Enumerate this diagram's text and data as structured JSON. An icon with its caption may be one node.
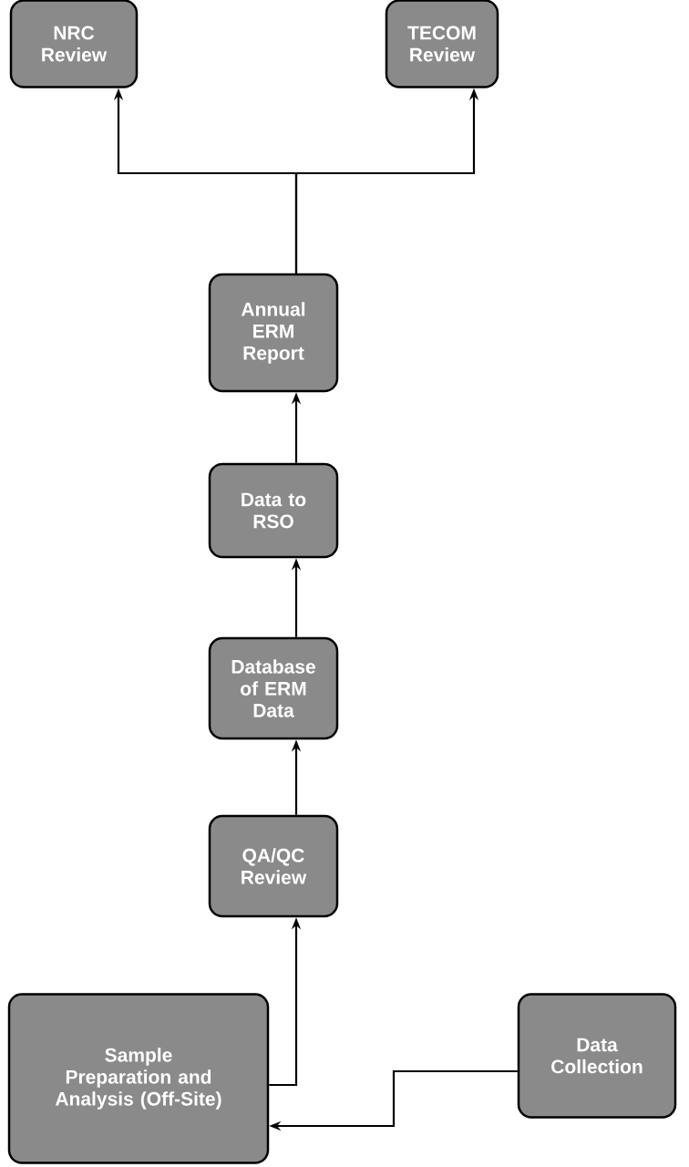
{
  "diagram": {
    "nodes": [
      {
        "text": [
          "NRC Review"
        ]
      },
      {
        "text": [
          "TECOM Review"
        ]
      },
      {
        "text": [
          "Annual ERM Report"
        ]
      },
      {
        "text": [
          "Data to RSO"
        ]
      },
      {
        "text": [
          "Database of ERM Data"
        ]
      },
      {
        "text": [
          "QA/QC Review"
        ]
      },
      {
        "text": [
          "Sample Preparation and Analysis (Off-Site)"
        ]
      },
      {
        "text": [
          "Data Collection"
        ]
      }
    ],
    "edges": [
      {
        "from": 2,
        "to": 0,
        "arrow": "to"
      },
      {
        "from": 2,
        "to": 1,
        "arrow": "to"
      },
      {
        "from": 3,
        "to": 2,
        "arrow": "to"
      },
      {
        "from": 4,
        "to": 3,
        "arrow": "to"
      },
      {
        "from": 5,
        "to": 4,
        "arrow": "to"
      },
      {
        "from": 6,
        "to": 5,
        "arrow": "to"
      },
      {
        "from": 7,
        "to": 6,
        "arrow": "to"
      }
    ]
  }
}
